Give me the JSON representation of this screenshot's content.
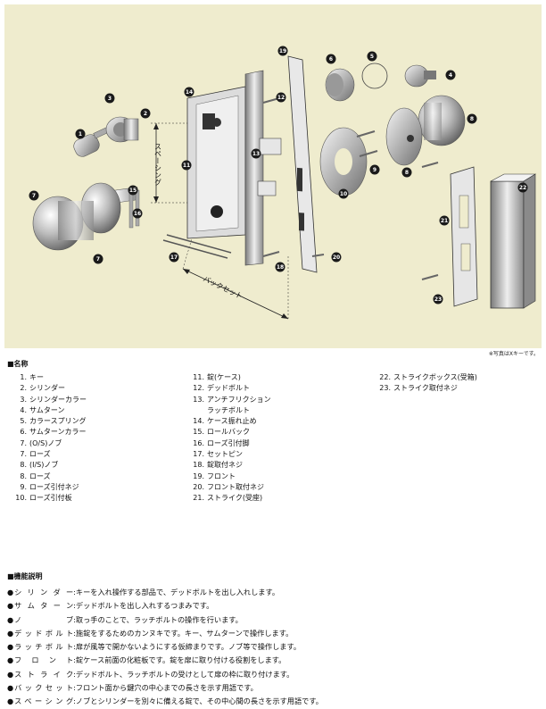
{
  "diagram": {
    "callouts": [
      "1",
      "2",
      "3",
      "4",
      "5",
      "6",
      "7",
      "7",
      "8",
      "8",
      "9",
      "10",
      "11",
      "12",
      "13",
      "14",
      "15",
      "16",
      "17",
      "18",
      "19",
      "20",
      "21",
      "22",
      "23"
    ],
    "spacing_label": "スペーシング",
    "backset_label": "バックセット",
    "photo_note": "※写真はXキーです。"
  },
  "names": {
    "title": "■名称",
    "col1": [
      {
        "num": "1.",
        "label": "キー"
      },
      {
        "num": "2.",
        "label": "シリンダー"
      },
      {
        "num": "3.",
        "label": "シリンダーカラー"
      },
      {
        "num": "4.",
        "label": "サムターン"
      },
      {
        "num": "5.",
        "label": "カラースプリング"
      },
      {
        "num": "6.",
        "label": "サムターンカラー"
      },
      {
        "num": "7.",
        "label": "(O/S)ノブ"
      },
      {
        "num": "7.",
        "label": "ローズ"
      },
      {
        "num": "8.",
        "label": "(I/S)ノブ"
      },
      {
        "num": "8.",
        "label": "ローズ"
      },
      {
        "num": "9.",
        "label": "ローズ引付ネジ"
      },
      {
        "num": "10.",
        "label": "ローズ引付板"
      }
    ],
    "col2": [
      {
        "num": "11.",
        "label": "錠(ケース)"
      },
      {
        "num": "12.",
        "label": "デッドボルト"
      },
      {
        "num": "13.",
        "label": "アンチフリクション"
      },
      {
        "num": "",
        "label": "ラッチボルト"
      },
      {
        "num": "14.",
        "label": "ケース振れ止め"
      },
      {
        "num": "15.",
        "label": "ロールバック"
      },
      {
        "num": "16.",
        "label": "ローズ引付脚"
      },
      {
        "num": "17.",
        "label": "セットピン"
      },
      {
        "num": "18.",
        "label": "錠取付ネジ"
      },
      {
        "num": "19.",
        "label": "フロント"
      },
      {
        "num": "20.",
        "label": "フロント取付ネジ"
      },
      {
        "num": "21.",
        "label": "ストライク(受座)"
      }
    ],
    "col3": [
      {
        "num": "22.",
        "label": "ストライクボックス(受箱)"
      },
      {
        "num": "23.",
        "label": "ストライク取付ネジ"
      }
    ]
  },
  "functions": {
    "title": "■機能説明",
    "bullet": "●",
    "items": [
      {
        "term": "シリンダー",
        "desc": "キーを入れ操作する部品で、デッドボルトを出し入れします。"
      },
      {
        "term": "サムターン",
        "desc": "デッドボルトを出し入れするつまみです。"
      },
      {
        "term": "ノブ",
        "desc": "取っ手のことで、ラッチボルトの操作を行います。"
      },
      {
        "term": "デッドボルト",
        "desc": "施錠をするためのカンヌキです。キー、サムターンで操作します。"
      },
      {
        "term": "ラッチボルト",
        "desc": "扉が風等で開かないようにする仮締まりです。ノブ等で操作します。"
      },
      {
        "term": "フロント",
        "desc": "錠ケース前面の化粧板です。錠を扉に取り付ける役割をします。"
      },
      {
        "term": "ストライク",
        "desc": "デッドボルト、ラッチボルトの受けとして扉の枠に取り付けます。"
      },
      {
        "term": "バックセット",
        "desc": "フロント面から鍵穴の中心までの長さを示す用語です。"
      },
      {
        "term": "スペーシング",
        "desc": "ノブとシリンダーを別々に備える錠で、その中心間の長さを示す用語です。"
      }
    ],
    "separator": ":"
  }
}
